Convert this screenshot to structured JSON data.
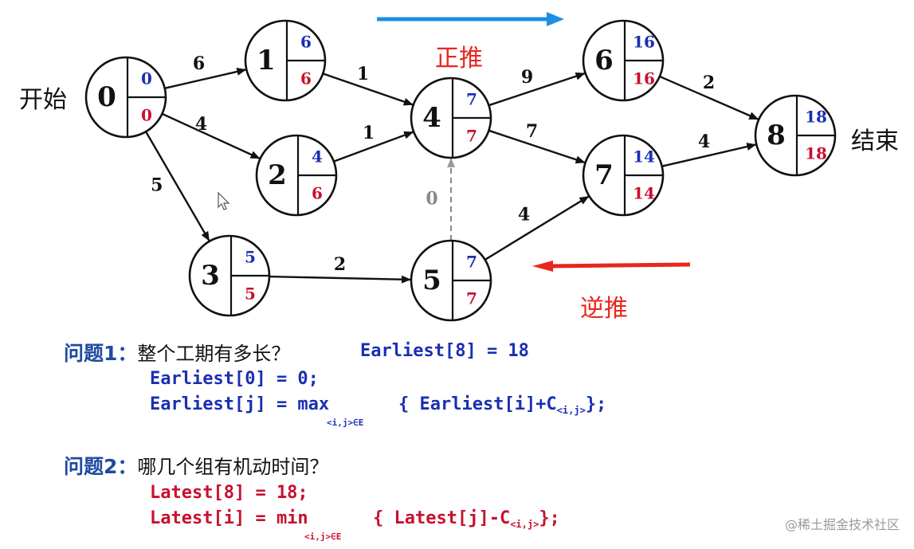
{
  "side_labels": {
    "start": "开始",
    "end": "结束"
  },
  "direction_labels": {
    "forward": "正推",
    "backward": "逆推"
  },
  "nodes": [
    {
      "id": "0",
      "earliest": "0",
      "latest": "0"
    },
    {
      "id": "1",
      "earliest": "6",
      "latest": "6"
    },
    {
      "id": "2",
      "earliest": "4",
      "latest": "6"
    },
    {
      "id": "3",
      "earliest": "5",
      "latest": "5"
    },
    {
      "id": "4",
      "earliest": "7",
      "latest": "7"
    },
    {
      "id": "5",
      "earliest": "7",
      "latest": "7"
    },
    {
      "id": "6",
      "earliest": "16",
      "latest": "16"
    },
    {
      "id": "7",
      "earliest": "14",
      "latest": "14"
    },
    {
      "id": "8",
      "earliest": "18",
      "latest": "18"
    }
  ],
  "edges": [
    {
      "from": "0",
      "to": "1",
      "weight": "6"
    },
    {
      "from": "0",
      "to": "2",
      "weight": "4"
    },
    {
      "from": "0",
      "to": "3",
      "weight": "5"
    },
    {
      "from": "1",
      "to": "4",
      "weight": "1"
    },
    {
      "from": "2",
      "to": "4",
      "weight": "1"
    },
    {
      "from": "3",
      "to": "5",
      "weight": "2"
    },
    {
      "from": "5",
      "to": "4",
      "weight": "0",
      "dashed": true
    },
    {
      "from": "4",
      "to": "6",
      "weight": "9"
    },
    {
      "from": "4",
      "to": "7",
      "weight": "7"
    },
    {
      "from": "5",
      "to": "7",
      "weight": "4"
    },
    {
      "from": "6",
      "to": "8",
      "weight": "2"
    },
    {
      "from": "7",
      "to": "8",
      "weight": "4"
    }
  ],
  "colors": {
    "earliest": "#1b2fb2",
    "latest": "#c8102e",
    "forward_arrow": "#1e8fe6",
    "backward_arrow": "#e8261d",
    "dashed_edge": "#888888",
    "edge": "#111111"
  },
  "questions": {
    "q1_label": "问题1：",
    "q1_text": "整个工期有多长？",
    "q1_answer": "Earliest[8] = 18",
    "q1_line2": "Earliest[0] = 0;",
    "q1_line3a": "Earliest[j] = max",
    "q1_line3b": "{ Earliest[i]+C",
    "q1_line3_csub": "<i,j>",
    "q1_line3_end": "};",
    "q1_line3_sub": "<i,j>∈E",
    "q2_label": "问题2：",
    "q2_text": "哪几个组有机动时间？",
    "q2_line2": "Latest[8] = 18;",
    "q2_line3a": "Latest[i] = min",
    "q2_line3b": "{ Latest[j]-C",
    "q2_line3_csub": "<i,j>",
    "q2_line3_end": "};",
    "q2_line3_sub": "<i,j>∈E"
  },
  "watermark": "@稀土掘金技术社区"
}
